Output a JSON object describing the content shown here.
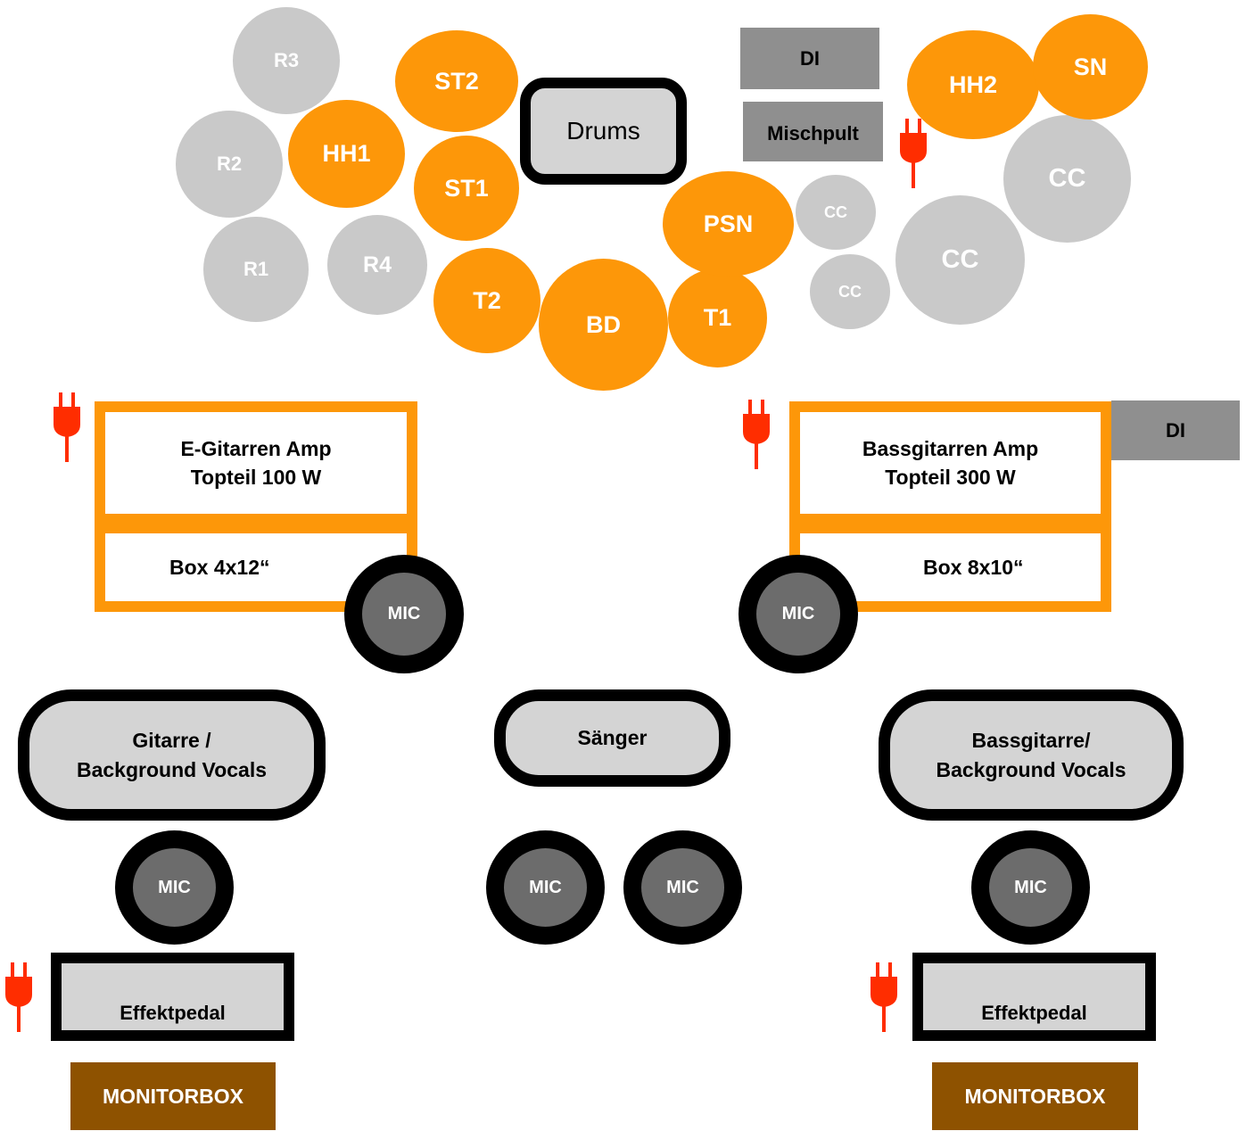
{
  "drums": {
    "label": "Drums",
    "pieces": {
      "r3": "R3",
      "r2": "R2",
      "r1": "R1",
      "r4": "R4",
      "st2": "ST2",
      "hh1": "HH1",
      "st1": "ST1",
      "t2": "T2",
      "bd": "BD",
      "t1": "T1",
      "psn": "PSN",
      "hh2": "HH2",
      "sn": "SN",
      "cc_small_1": "CC",
      "cc_small_2": "CC",
      "cc_large_1": "CC",
      "cc_large_2": "CC"
    }
  },
  "di_top": "DI",
  "mischpult": "Mischpult",
  "guitar_amp": {
    "top_line1": "E-Gitarren Amp",
    "top_line2": "Topteil 100 W",
    "box": "Box 4x12“"
  },
  "bass_amp": {
    "top_line1": "Bassgitarren Amp",
    "top_line2": "Topteil 300 W",
    "box": "Box 8x10“",
    "di": "DI"
  },
  "mic_label": "MIC",
  "performers": {
    "guitar_line1": "Gitarre /",
    "guitar_line2": "Background Vocals",
    "singer": "Sänger",
    "bass_line1": "Bassgitarre/",
    "bass_line2": "Background Vocals"
  },
  "effect_pedal": "Effektpedal",
  "monitor": "MONITORBOX",
  "colors": {
    "drum_orange": "#fd9709",
    "drum_gray": "#c9c9c9",
    "mic_gray": "#6c6c6c",
    "plug_red": "#ff2d00",
    "monitor_brown": "#8e5200",
    "di_gray": "#8f8f8f"
  },
  "icons": [
    "power-plug-icon"
  ]
}
